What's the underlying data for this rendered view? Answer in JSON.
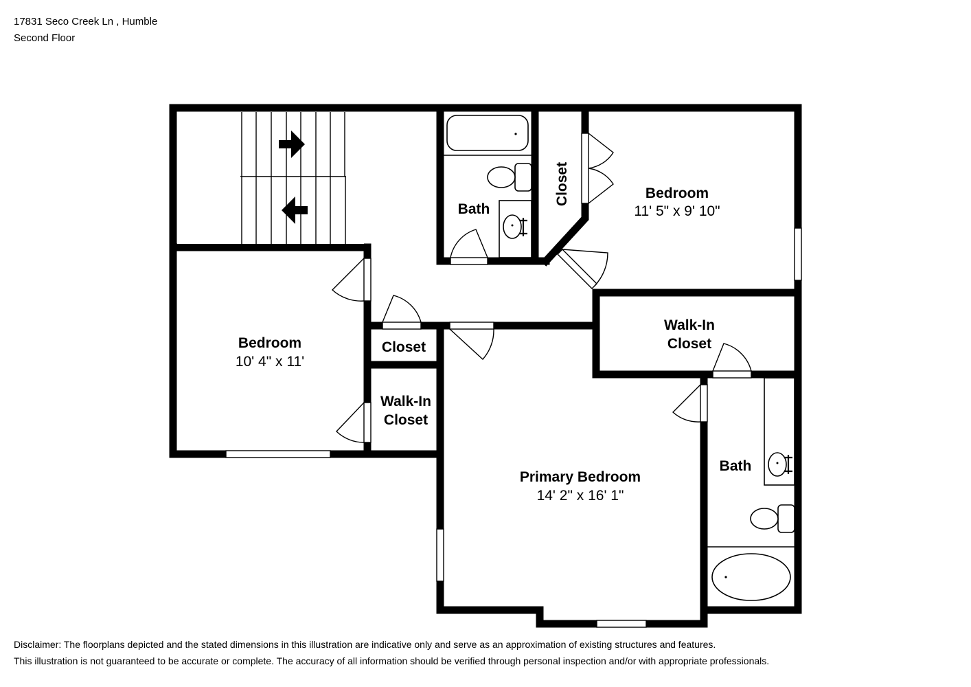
{
  "header": {
    "address": "17831 Seco Creek Ln , Humble",
    "floor": "Second Floor"
  },
  "rooms": {
    "bedroom_1": {
      "name": "Bedroom",
      "dimensions": "10' 4\" x 11'"
    },
    "bedroom_2": {
      "name": "Bedroom",
      "dimensions": "11' 5\" x 9' 10\""
    },
    "primary_bedroom": {
      "name": "Primary Bedroom",
      "dimensions": "14' 2\" x 16' 1\""
    },
    "bath_upper": {
      "name": "Bath"
    },
    "bath_primary": {
      "name": "Bath"
    },
    "closet_upper": {
      "name": "Closet"
    },
    "closet_hall": {
      "name": "Closet"
    },
    "walkin_left": {
      "name_line1": "Walk-In",
      "name_line2": "Closet"
    },
    "walkin_right": {
      "name_line1": "Walk-In",
      "name_line2": "Closet"
    }
  },
  "disclaimer": {
    "line1": "Disclaimer: The floorplans depicted and the stated dimensions in this illustration are indicative only and serve as an approximation of existing structures and features.",
    "line2": "This illustration is not guaranteed to be accurate or complete. The accuracy of all information should be verified through personal inspection and/or with appropriate professionals."
  }
}
